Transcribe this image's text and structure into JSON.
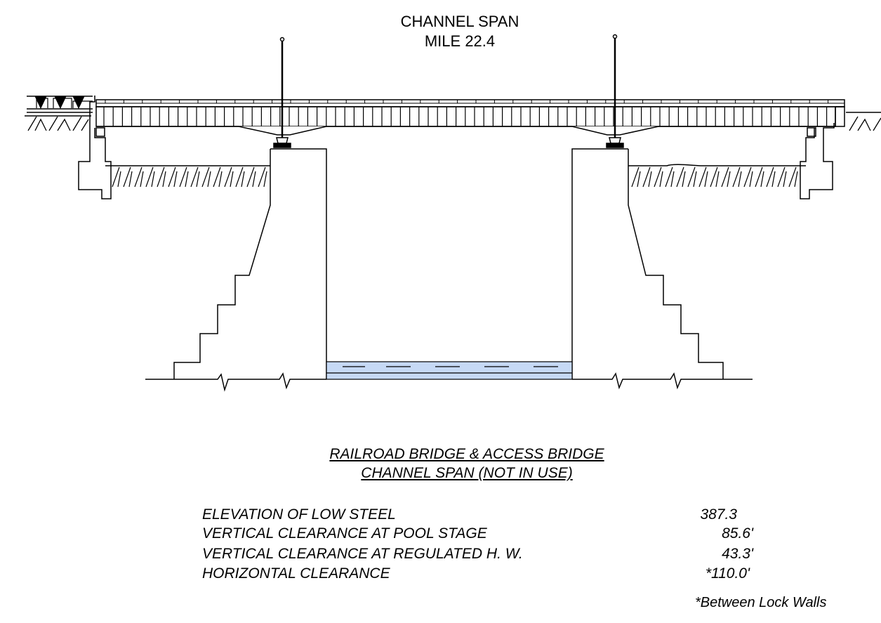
{
  "title": {
    "line1": "CHANNEL SPAN",
    "line2": "MILE 22.4"
  },
  "caption": {
    "line1": "RAILROAD BRIDGE & ACCESS BRIDGE",
    "line2": "CHANNEL SPAN (NOT IN USE)"
  },
  "clearances": [
    {
      "label": "ELEVATION OF LOW STEEL",
      "value": "387.3"
    },
    {
      "label": "VERTICAL CLEARANCE AT POOL STAGE",
      "value": "85.6'"
    },
    {
      "label": "VERTICAL CLEARANCE AT REGULATED H. W.",
      "value": "43.3'"
    },
    {
      "label": "HORIZONTAL CLEARANCE",
      "value": "*110.0'"
    }
  ],
  "footnote": "*Between Lock Walls",
  "colors": {
    "line": "#000000",
    "water": "#c6d9f5"
  }
}
